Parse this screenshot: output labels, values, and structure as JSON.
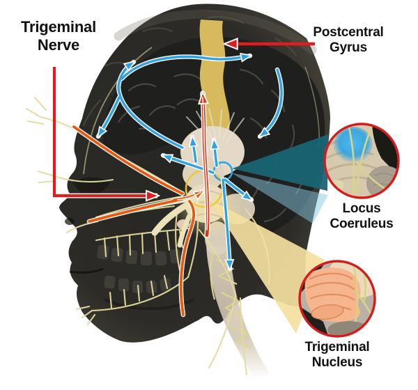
{
  "figure": {
    "type": "medical-illustration",
    "subject": "Trigeminal nerve pathway in sagittal view of human head with locus coeruleus and trigeminal nucleus insets",
    "labels": {
      "trigeminal_nerve": "Trigeminal Nerve",
      "postcentral_gyrus": "Postcentral Gyrus",
      "locus_coeruleus": "Locus Coeruleus",
      "trigeminal_nucleus": "Trigeminal Nucleus"
    }
  },
  "colors": {
    "label-text": "#111111",
    "pointer-red": "#e11b1e",
    "pathway-orange": "#e8590f",
    "pathway-red": "#e5330f",
    "pathway-blue": "#2fa2e4",
    "band-yellow": "#dfc160",
    "nerve-yellow": "#e4db9e",
    "beam-teal": "#1a6575",
    "beam-yellow": "#f4dfa0",
    "inset-border-red": "#d41c1c",
    "locus-blue": "#35aae4",
    "nucleus-salmon": "#f7b58e",
    "head-dark": "#2a2a26"
  }
}
